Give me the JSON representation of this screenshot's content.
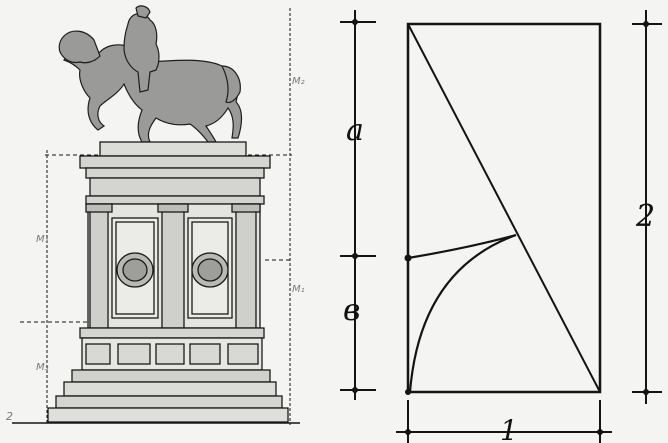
{
  "left_figure": {
    "subject": "equestrian-monument-elevation",
    "labels": {
      "m2": "M₂",
      "m1": "M₁",
      "m3": "M₃",
      "m1_left": "M₁",
      "base": "2"
    }
  },
  "right_figure": {
    "labels": {
      "a": "a",
      "b": "в",
      "height": "2",
      "width": "1"
    }
  },
  "colors": {
    "ink": "#141414",
    "paper": "#f4f4f2",
    "stone": "#d9d9d6",
    "statue": "#9a9a98"
  }
}
